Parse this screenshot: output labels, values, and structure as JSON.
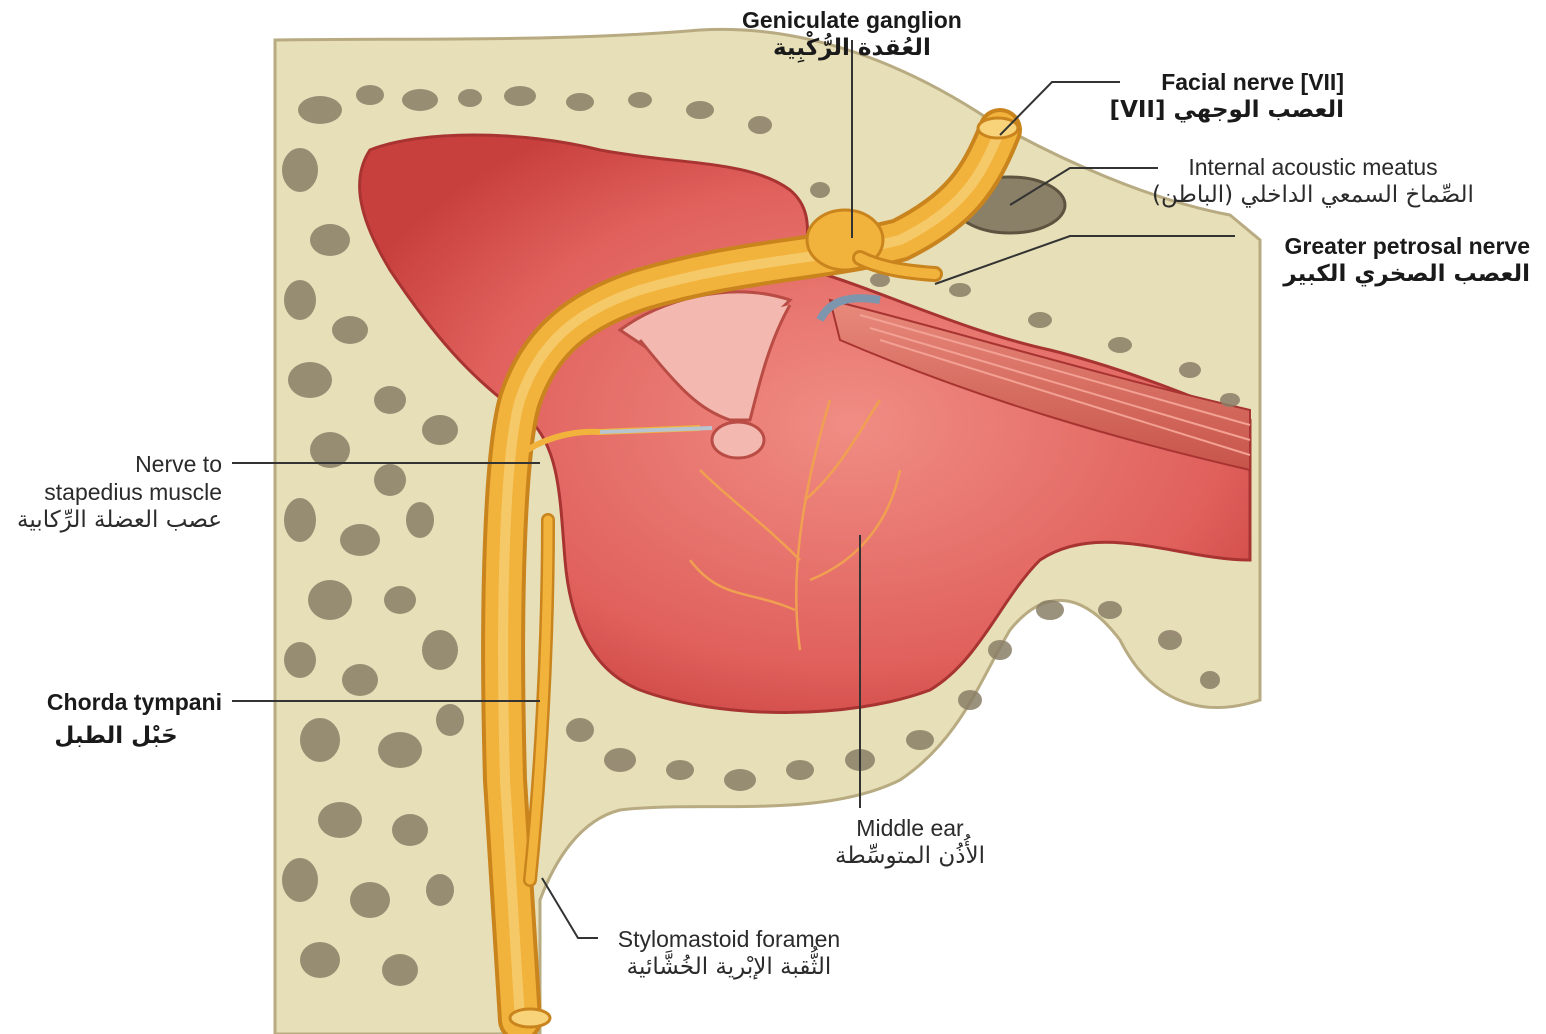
{
  "labels": {
    "geniculate_ganglion": {
      "en": "Geniculate ganglion",
      "ar": "العُقدة الرُّكْبِية"
    },
    "facial_nerve": {
      "en": "Facial nerve [VII]",
      "ar": "العصب الوجهي [VII]"
    },
    "internal_acoustic_meatus": {
      "en": "Internal acoustic meatus",
      "ar": "الصِّماخ السمعي الداخلي (الباطن)"
    },
    "greater_petrosal_nerve": {
      "en": "Greater petrosal nerve",
      "ar": "العصب الصخري الكبير"
    },
    "nerve_to_stapedius": {
      "en1": "Nerve to",
      "en2": "stapedius muscle",
      "ar": "عصب العضلة الرِّكابية"
    },
    "chorda_tympani": {
      "en": "Chorda tympani",
      "ar": "حَبْل الطبل"
    },
    "middle_ear": {
      "en": "Middle ear",
      "ar": "الأُذُن المتوسِّطة"
    },
    "stylomastoid_foramen": {
      "en": "Stylomastoid foramen",
      "ar": "الثُّقبة الإبْرية الخُشَّائية"
    }
  },
  "colors": {
    "bone": "#e6dfb8",
    "bone_cell": "#8a7f67",
    "cavity": "#e0605c",
    "cavity_dark": "#c8403e",
    "nerve": "#f2b33c",
    "nerve_dark": "#c9841d",
    "leader": "#333333"
  }
}
